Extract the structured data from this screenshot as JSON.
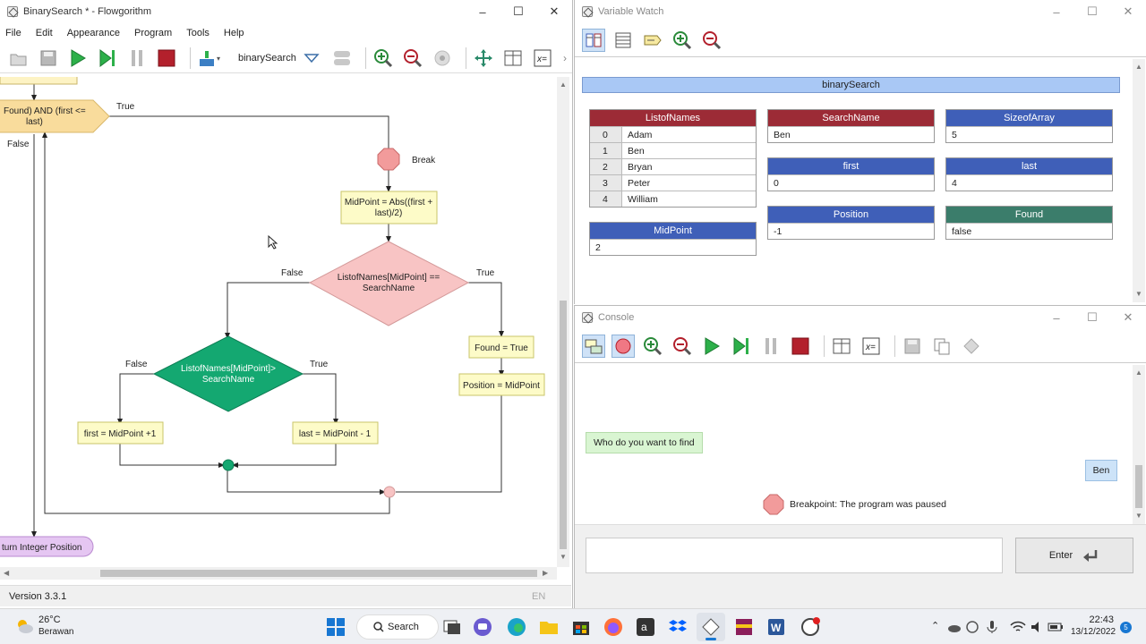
{
  "main_window": {
    "title": "BinarySearch * - Flowgorithm",
    "menu": [
      "File",
      "Edit",
      "Appearance",
      "Program",
      "Tools",
      "Help"
    ],
    "function_name": "binarySearch",
    "status_version": "Version 3.3.1",
    "status_lang": "EN"
  },
  "flowchart": {
    "while_condition": "Found) AND (first <=\nlast)",
    "while_true": "True",
    "while_false": "False",
    "break_label": "Break",
    "midpoint_assign": "MidPoint = Abs((first +\nlast)/2)",
    "decision1": "ListofNames[MidPoint] ==\nSearchName",
    "decision1_false": "False",
    "decision1_true": "True",
    "found_assign": "Found = True",
    "position_assign": "Position = MidPoint",
    "decision2": "ListofNames[MidPoint]>\nSearchName",
    "decision2_false": "False",
    "decision2_true": "True",
    "first_assign": "first = MidPoint +1",
    "last_assign": "last = MidPoint - 1",
    "return_label": "turn Integer Position"
  },
  "variable_watch": {
    "title": "Variable Watch",
    "function_header": "binarySearch",
    "listofnames": {
      "name": "ListofNames",
      "rows": [
        {
          "idx": "0",
          "val": "Adam"
        },
        {
          "idx": "1",
          "val": "Ben"
        },
        {
          "idx": "2",
          "val": "Bryan"
        },
        {
          "idx": "3",
          "val": "Peter"
        },
        {
          "idx": "4",
          "val": "William"
        }
      ]
    },
    "midpoint": {
      "name": "MidPoint",
      "value": "2"
    },
    "searchname": {
      "name": "SearchName",
      "value": "Ben"
    },
    "sizeofarray": {
      "name": "SizeofArray",
      "value": "5"
    },
    "first": {
      "name": "first",
      "value": "0"
    },
    "last": {
      "name": "last",
      "value": "4"
    },
    "position": {
      "name": "Position",
      "value": "-1"
    },
    "found": {
      "name": "Found",
      "value": "false"
    },
    "colors": {
      "string": "#9c2b36",
      "integer": "#3f5fb8",
      "boolean": "#3b7d6b",
      "header": "#a9c8f5"
    }
  },
  "console": {
    "title": "Console",
    "prompt": "Who do you want to find",
    "user_input": "Ben",
    "breakpoint_msg": "Breakpoint: The program was paused",
    "input_placeholder": "",
    "enter_label": "Enter"
  },
  "taskbar": {
    "temp": "26°C",
    "weather": "Berawan",
    "search": "Search",
    "time": "22:43",
    "date": "13/12/2022",
    "notif_count": "5"
  }
}
